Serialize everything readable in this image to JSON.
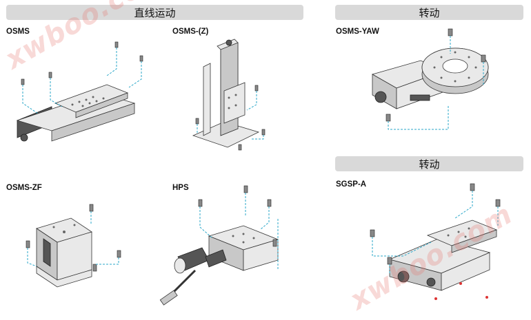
{
  "headers": {
    "linear": "直线运动",
    "rotation_top": "转动",
    "rotation_bottom": "转动"
  },
  "products": {
    "osms": "OSMS",
    "osms_z": "OSMS-(Z)",
    "osms_yaw": "OSMS-YAW",
    "osms_zf": "OSMS-ZF",
    "hps": "HPS",
    "sgsp_a": "SGSP-A"
  },
  "watermark": {
    "text1": "xwboo.com",
    "text2": "xwboo.com"
  },
  "colors": {
    "header_bg": "#d9d9d9",
    "guide_line": "#2aa7c9",
    "watermark": "#e6786e"
  }
}
